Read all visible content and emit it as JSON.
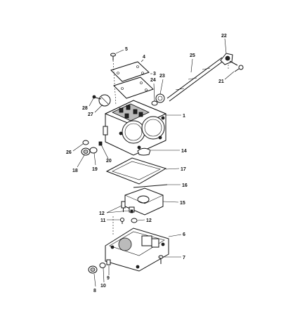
{
  "callouts": [
    {
      "id": "c1",
      "label": "1"
    },
    {
      "id": "c3",
      "label": "3"
    },
    {
      "id": "c4",
      "label": "4"
    },
    {
      "id": "c5",
      "label": "5"
    },
    {
      "id": "c6",
      "label": "6"
    },
    {
      "id": "c7",
      "label": "7"
    },
    {
      "id": "c8",
      "label": "8"
    },
    {
      "id": "c9",
      "label": "9"
    },
    {
      "id": "c10",
      "label": "10"
    },
    {
      "id": "c11",
      "label": "11"
    },
    {
      "id": "c12a",
      "label": "12"
    },
    {
      "id": "c12b",
      "label": "12"
    },
    {
      "id": "c14",
      "label": "14"
    },
    {
      "id": "c15",
      "label": "15"
    },
    {
      "id": "c16",
      "label": "16"
    },
    {
      "id": "c17",
      "label": "17"
    },
    {
      "id": "c18",
      "label": "18"
    },
    {
      "id": "c19",
      "label": "19"
    },
    {
      "id": "c20",
      "label": "20"
    },
    {
      "id": "c21",
      "label": "21"
    },
    {
      "id": "c22",
      "label": "22"
    },
    {
      "id": "c23",
      "label": "23"
    },
    {
      "id": "c24",
      "label": "24"
    },
    {
      "id": "c25",
      "label": "25"
    },
    {
      "id": "c26",
      "label": "26"
    },
    {
      "id": "c27",
      "label": "27"
    },
    {
      "id": "c28",
      "label": "28"
    }
  ]
}
